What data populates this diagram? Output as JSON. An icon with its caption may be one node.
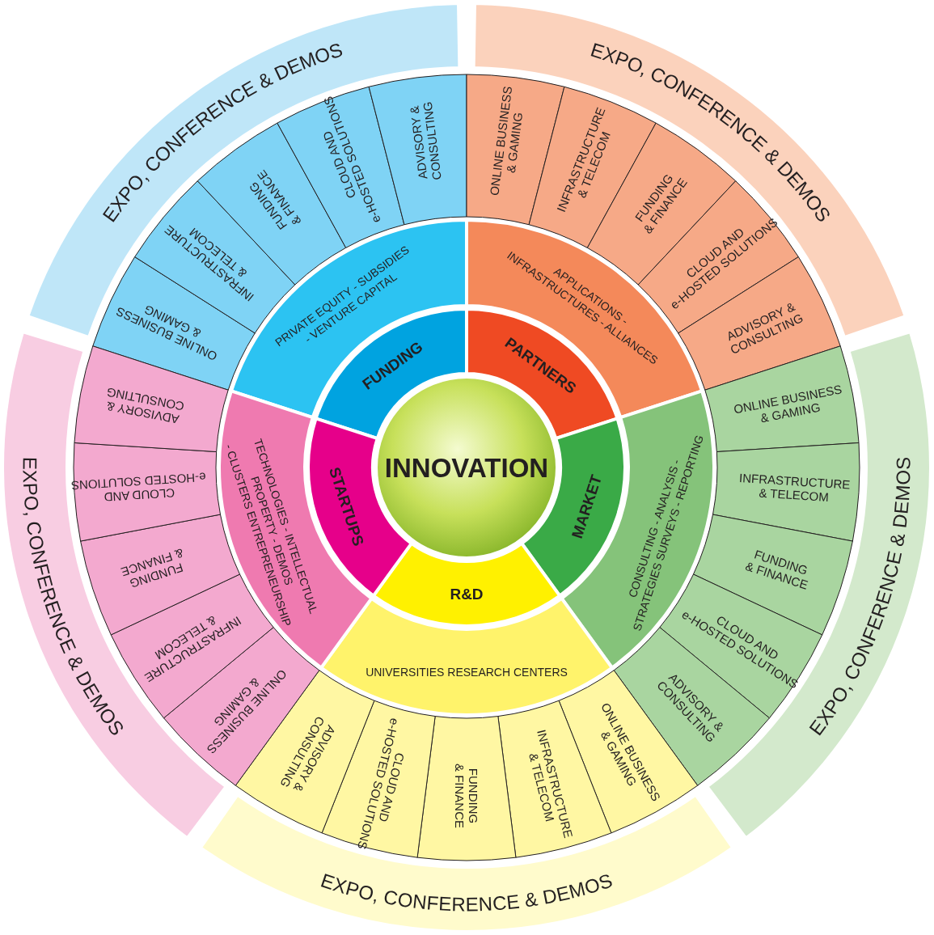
{
  "diagram": {
    "nodes": [
      {
        "text": [
          "INNOVATION"
        ]
      },
      {
        "text": [
          "FUNDING"
        ]
      },
      {
        "text": [
          "PRIVATE EQUITY - SUBSIDIES - VENTURE CAPITAL"
        ]
      },
      {
        "text": [
          "ONLINE BUSINESS & GAMING"
        ]
      },
      {
        "text": [
          "INFRASTRUCTURE & TELECOM"
        ]
      },
      {
        "text": [
          "FUNDING & FINANCE"
        ]
      },
      {
        "text": [
          "CLOUD AND e-HOSTED SOLUTIONS"
        ]
      },
      {
        "text": [
          "ADVISORY & CONSULTING"
        ]
      },
      {
        "text": [
          "EXPO, CONFERENCE & DEMOS"
        ]
      },
      {
        "text": [
          "PARTNERS"
        ]
      },
      {
        "text": [
          "APPLICATIONS - INFRASTRUCTURES - ALLIANCES"
        ]
      },
      {
        "text": [
          "ONLINE BUSINESS & GAMING"
        ]
      },
      {
        "text": [
          "INFRASTRUCTURE & TELECOM"
        ]
      },
      {
        "text": [
          "FUNDING & FINANCE"
        ]
      },
      {
        "text": [
          "CLOUD AND e-HOSTED SOLUTIONS"
        ]
      },
      {
        "text": [
          "ADVISORY & CONSULTING"
        ]
      },
      {
        "text": [
          "EXPO, CONFERENCE & DEMOS"
        ]
      },
      {
        "text": [
          "MARKET"
        ]
      },
      {
        "text": [
          "CONSULTING - ANALYSIS - STRATEGIES SURVEYS - REPORTING"
        ]
      },
      {
        "text": [
          "ONLINE BUSINESS & GAMING"
        ]
      },
      {
        "text": [
          "INFRASTRUCTURE & TELECOM"
        ]
      },
      {
        "text": [
          "FUNDING & FINANCE"
        ]
      },
      {
        "text": [
          "CLOUD AND e-HOSTED SOLUTIONS"
        ]
      },
      {
        "text": [
          "ADVISORY & CONSULTING"
        ]
      },
      {
        "text": [
          "EXPO, CONFERENCE & DEMOS"
        ]
      },
      {
        "text": [
          "R&D"
        ]
      },
      {
        "text": [
          "UNIVERSITIES RESEARCH CENTERS"
        ]
      },
      {
        "text": [
          "ONLINE BUSINESS & GAMING"
        ]
      },
      {
        "text": [
          "INFRASTRUCTURE & TELECOM"
        ]
      },
      {
        "text": [
          "FUNDING & FINANCE"
        ]
      },
      {
        "text": [
          "CLOUD AND e-HOSTED SOLUTIONS"
        ]
      },
      {
        "text": [
          "ADVISORY & CONSULTING"
        ]
      },
      {
        "text": [
          "EXPO, CONFERENCE & DEMOS"
        ]
      },
      {
        "text": [
          "STARTUPS"
        ]
      },
      {
        "text": [
          "TECHNOLOGIES - INTELLECTUAL PROPERTY - DEMOS - CLUSTERS ENTREPRENEURSHIP"
        ]
      },
      {
        "text": [
          "ONLINE BUSINESS & GAMING"
        ]
      },
      {
        "text": [
          "INFRASTRUCTURE & TELECOM"
        ]
      },
      {
        "text": [
          "FUNDING & FINANCE"
        ]
      },
      {
        "text": [
          "CLOUD AND e-HOSTED SOLUTIONS"
        ]
      },
      {
        "text": [
          "ADVISORY & CONSULTING"
        ]
      },
      {
        "text": [
          "EXPO, CONFERENCE & DEMOS"
        ]
      }
    ],
    "edges": []
  }
}
